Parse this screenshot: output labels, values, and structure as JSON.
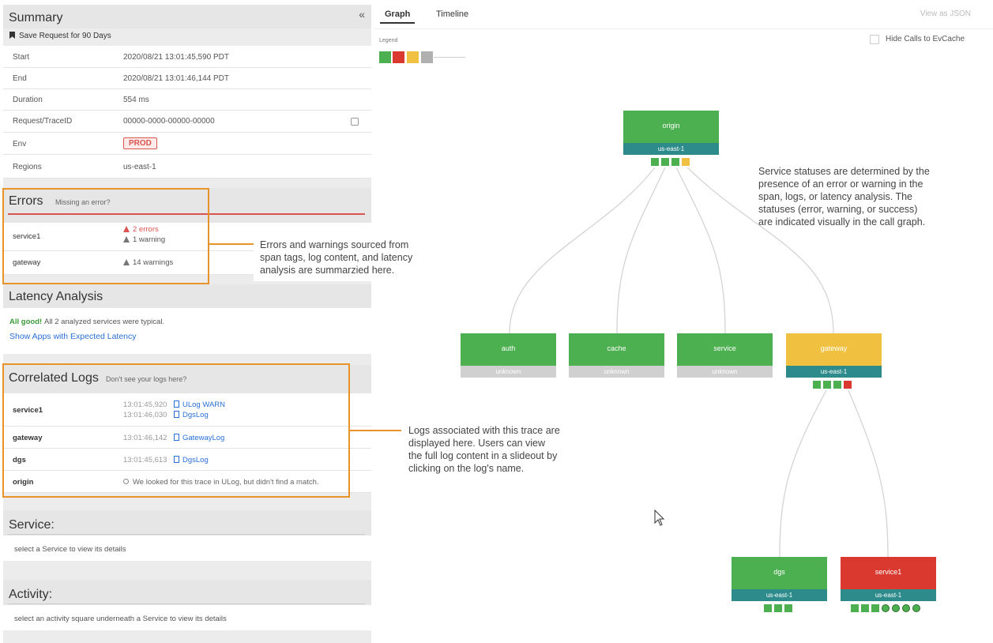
{
  "summary": {
    "title": "Summary",
    "collapse_glyph": "«",
    "save_label": "Save Request for 90 Days",
    "fields": [
      {
        "key": "Start",
        "value": "2020/08/21 13:01:45,590 PDT"
      },
      {
        "key": "End",
        "value": "2020/08/21 13:01:46,144 PDT"
      },
      {
        "key": "Duration",
        "value": "554 ms"
      },
      {
        "key": "Request/TraceID",
        "value": "00000-0000-00000-00000"
      },
      {
        "key": "Env",
        "value": "PROD"
      },
      {
        "key": "Regions",
        "value": "us-east-1"
      }
    ]
  },
  "errors": {
    "title": "Errors",
    "subtitle": "Missing an error?",
    "rows": [
      {
        "service": "service1",
        "line1": "2 errors",
        "line2": "1 warning"
      },
      {
        "service": "gateway",
        "line1": "14 warnings"
      }
    ]
  },
  "latency": {
    "title": "Latency Analysis",
    "good": "All good!",
    "text": "All 2 analyzed services were typical.",
    "link": "Show Apps with Expected Latency"
  },
  "logs": {
    "title": "Correlated Logs",
    "subtitle": "Don't see your logs here?",
    "rows": [
      {
        "service": "service1",
        "t1": "13:01:45,920",
        "l1": "ULog WARN",
        "t2": "13:01:46,030",
        "l2": "DgsLog"
      },
      {
        "service": "gateway",
        "t1": "13:01:46,142",
        "l1": "GatewayLog"
      },
      {
        "service": "dgs",
        "t1": "13:01:45,613",
        "l1": "DgsLog"
      },
      {
        "service": "origin",
        "msg": "We looked for this trace in ULog, but didn't find a match."
      }
    ]
  },
  "service": {
    "title": "Service:",
    "hint": "select a Service to view its details"
  },
  "activity": {
    "title": "Activity:",
    "hint": "select an activity square underneath a Service to view its details"
  },
  "tabs": [
    {
      "label": "Graph"
    },
    {
      "label": "Timeline"
    }
  ],
  "view_json": "View as JSON",
  "hide_calls": "Hide Calls to EvCache",
  "legend_label": "Legend",
  "colors": {
    "success": "#4caf50",
    "error": "#d9392f",
    "warning": "#f0c040",
    "unknown": "#b0b0b0",
    "region": "#2e8b8b",
    "highlight": "#e8922a"
  },
  "annotations": {
    "a1": [
      "Errors and warnings sourced from",
      "span tags, log content, and latency",
      "analysis are summarzied here."
    ],
    "a2": [
      "Service statuses are determined by the",
      "presence of an error or warning in the",
      "span, logs, or latency analysis. The",
      "statuses (error, warning, or success)",
      "are indicated visually in the call graph."
    ],
    "a3": [
      "Logs associated with this trace are",
      "displayed here. Users can view",
      "the full log content in a slideout by",
      "clicking on the log's name."
    ]
  },
  "graph": {
    "nodes": [
      {
        "name": "origin",
        "region": "us-east-1",
        "status": "success"
      },
      {
        "name": "auth",
        "region": "unknown",
        "status": "success"
      },
      {
        "name": "cache",
        "region": "unknown",
        "status": "success"
      },
      {
        "name": "service",
        "region": "unknown",
        "status": "success"
      },
      {
        "name": "gateway",
        "region": "us-east-1",
        "status": "warning"
      },
      {
        "name": "dgs",
        "region": "us-east-1",
        "status": "success"
      },
      {
        "name": "service1",
        "region": "us-east-1",
        "status": "error"
      }
    ]
  }
}
